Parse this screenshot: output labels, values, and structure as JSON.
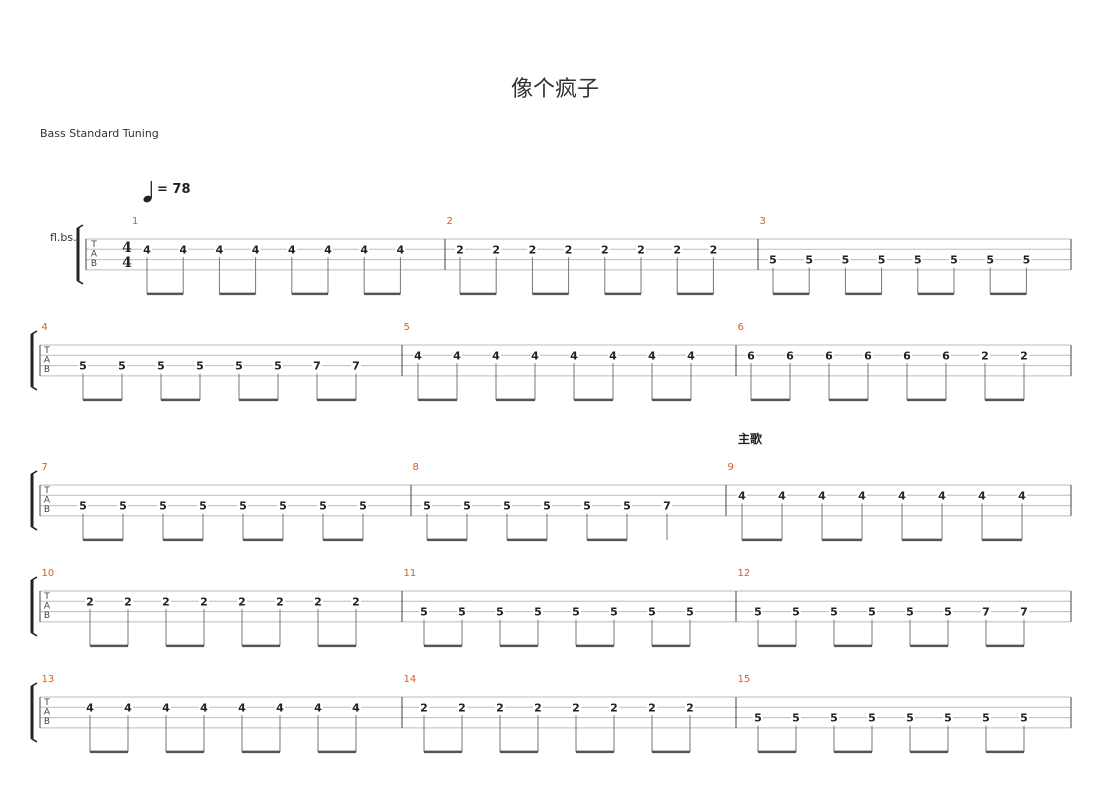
{
  "title": "像个疯子",
  "tuning": "Bass Standard Tuning",
  "instrument": "fl.bs.",
  "tempo": "= 78",
  "time_signature": {
    "top": "4",
    "bottom": "4"
  },
  "tab_letters": [
    "T",
    "A",
    "B"
  ],
  "colors": {
    "bar_number": "#e05a1e",
    "staff_line": "#bbbbbb",
    "beam": "#555555"
  },
  "systems": [
    {
      "measures": [
        {
          "number": "1",
          "string": 2,
          "notes": [
            "4",
            "4",
            "4",
            "4",
            "4",
            "4",
            "4",
            "4"
          ]
        },
        {
          "number": "2",
          "string": 2,
          "notes": [
            "2",
            "2",
            "2",
            "2",
            "2",
            "2",
            "2",
            "2"
          ]
        },
        {
          "number": "3",
          "string": 3,
          "notes": [
            "5",
            "5",
            "5",
            "5",
            "5",
            "5",
            "5",
            "5"
          ]
        }
      ]
    },
    {
      "measures": [
        {
          "number": "4",
          "string": 3,
          "notes": [
            "5",
            "5",
            "5",
            "5",
            "5",
            "5",
            "7",
            "7"
          ]
        },
        {
          "number": "5",
          "string": 2,
          "notes": [
            "4",
            "4",
            "4",
            "4",
            "4",
            "4",
            "4",
            "4"
          ]
        },
        {
          "number": "6",
          "string": 2,
          "notes": [
            "6",
            "6",
            "6",
            "6",
            "6",
            "6",
            "2",
            "2"
          ]
        }
      ]
    },
    {
      "measures": [
        {
          "number": "7",
          "string": 3,
          "notes": [
            "5",
            "5",
            "5",
            "5",
            "5",
            "5",
            "5",
            "5"
          ]
        },
        {
          "number": "8",
          "string": 3,
          "notes": [
            "5",
            "5",
            "5",
            "5",
            "5",
            "5",
            "7"
          ]
        },
        {
          "number": "9",
          "string": 2,
          "section": "主歌",
          "notes": [
            "4",
            "4",
            "4",
            "4",
            "4",
            "4",
            "4",
            "4"
          ]
        }
      ]
    },
    {
      "measures": [
        {
          "number": "10",
          "string": 2,
          "notes": [
            "2",
            "2",
            "2",
            "2",
            "2",
            "2",
            "2",
            "2"
          ]
        },
        {
          "number": "11",
          "string": 3,
          "notes": [
            "5",
            "5",
            "5",
            "5",
            "5",
            "5",
            "5",
            "5"
          ]
        },
        {
          "number": "12",
          "string": 3,
          "notes": [
            "5",
            "5",
            "5",
            "5",
            "5",
            "5",
            "7",
            "7"
          ]
        }
      ]
    },
    {
      "measures": [
        {
          "number": "13",
          "string": 2,
          "notes": [
            "4",
            "4",
            "4",
            "4",
            "4",
            "4",
            "4",
            "4"
          ]
        },
        {
          "number": "14",
          "string": 2,
          "notes": [
            "2",
            "2",
            "2",
            "2",
            "2",
            "2",
            "2",
            "2"
          ]
        },
        {
          "number": "15",
          "string": 3,
          "notes": [
            "5",
            "5",
            "5",
            "5",
            "5",
            "5",
            "5",
            "5"
          ]
        }
      ]
    }
  ]
}
